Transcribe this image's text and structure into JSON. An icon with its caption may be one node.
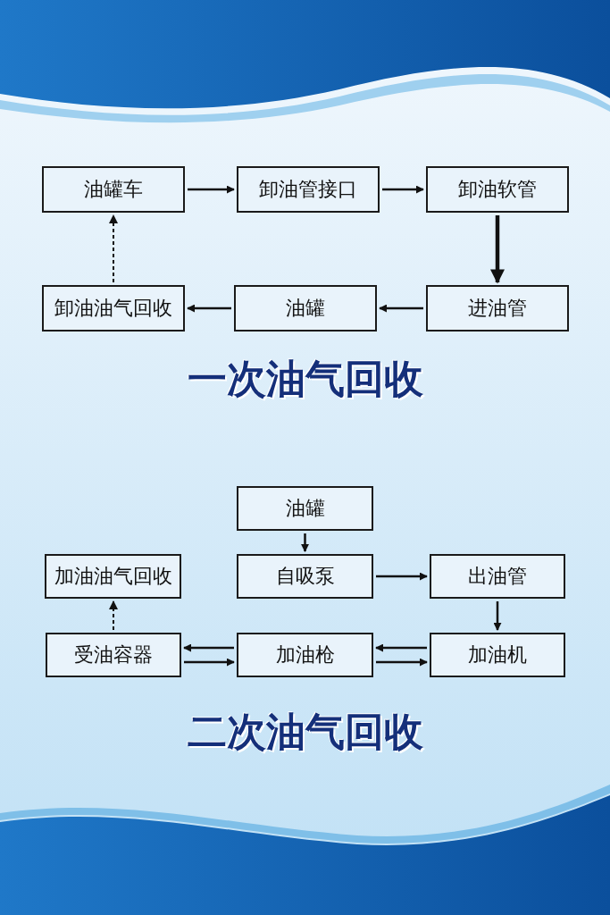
{
  "diagram": {
    "nodes": [
      {
        "text": [
          "油罐车"
        ]
      },
      {
        "text": [
          "卸油管接口"
        ]
      },
      {
        "text": [
          "卸油软管"
        ]
      },
      {
        "text": [
          "卸油油气回收"
        ]
      },
      {
        "text": [
          "油罐"
        ]
      },
      {
        "text": [
          "进油管"
        ]
      },
      {
        "text": [
          "油罐"
        ]
      },
      {
        "text": [
          "加油油气回收"
        ]
      },
      {
        "text": [
          "自吸泵"
        ]
      },
      {
        "text": [
          "出油管"
        ]
      },
      {
        "text": [
          "受油容器"
        ]
      },
      {
        "text": [
          "加油枪"
        ]
      },
      {
        "text": [
          "加油机"
        ]
      }
    ],
    "edges": [
      {
        "from": 0,
        "to": 1,
        "arrow": "to"
      },
      {
        "from": 1,
        "to": 2,
        "arrow": "to"
      },
      {
        "from": 2,
        "to": 5,
        "arrow": "to",
        "style": "thick"
      },
      {
        "from": 5,
        "to": 4,
        "arrow": "to"
      },
      {
        "from": 4,
        "to": 3,
        "arrow": "to"
      },
      {
        "from": 3,
        "to": 0,
        "arrow": "to",
        "style": "dashed"
      },
      {
        "from": 6,
        "to": 8,
        "arrow": "to"
      },
      {
        "from": 8,
        "to": 9,
        "arrow": "to"
      },
      {
        "from": 9,
        "to": 12,
        "arrow": "to"
      },
      {
        "from": 12,
        "to": 11,
        "arrow": "to"
      },
      {
        "from": 11,
        "to": 12,
        "arrow": "to"
      },
      {
        "from": 11,
        "to": 10,
        "arrow": "to"
      },
      {
        "from": 10,
        "to": 11,
        "arrow": "to"
      },
      {
        "from": 10,
        "to": 7,
        "arrow": "to",
        "style": "dashed"
      }
    ],
    "labels": [
      "一次油气回收",
      "二次油气回收"
    ]
  }
}
